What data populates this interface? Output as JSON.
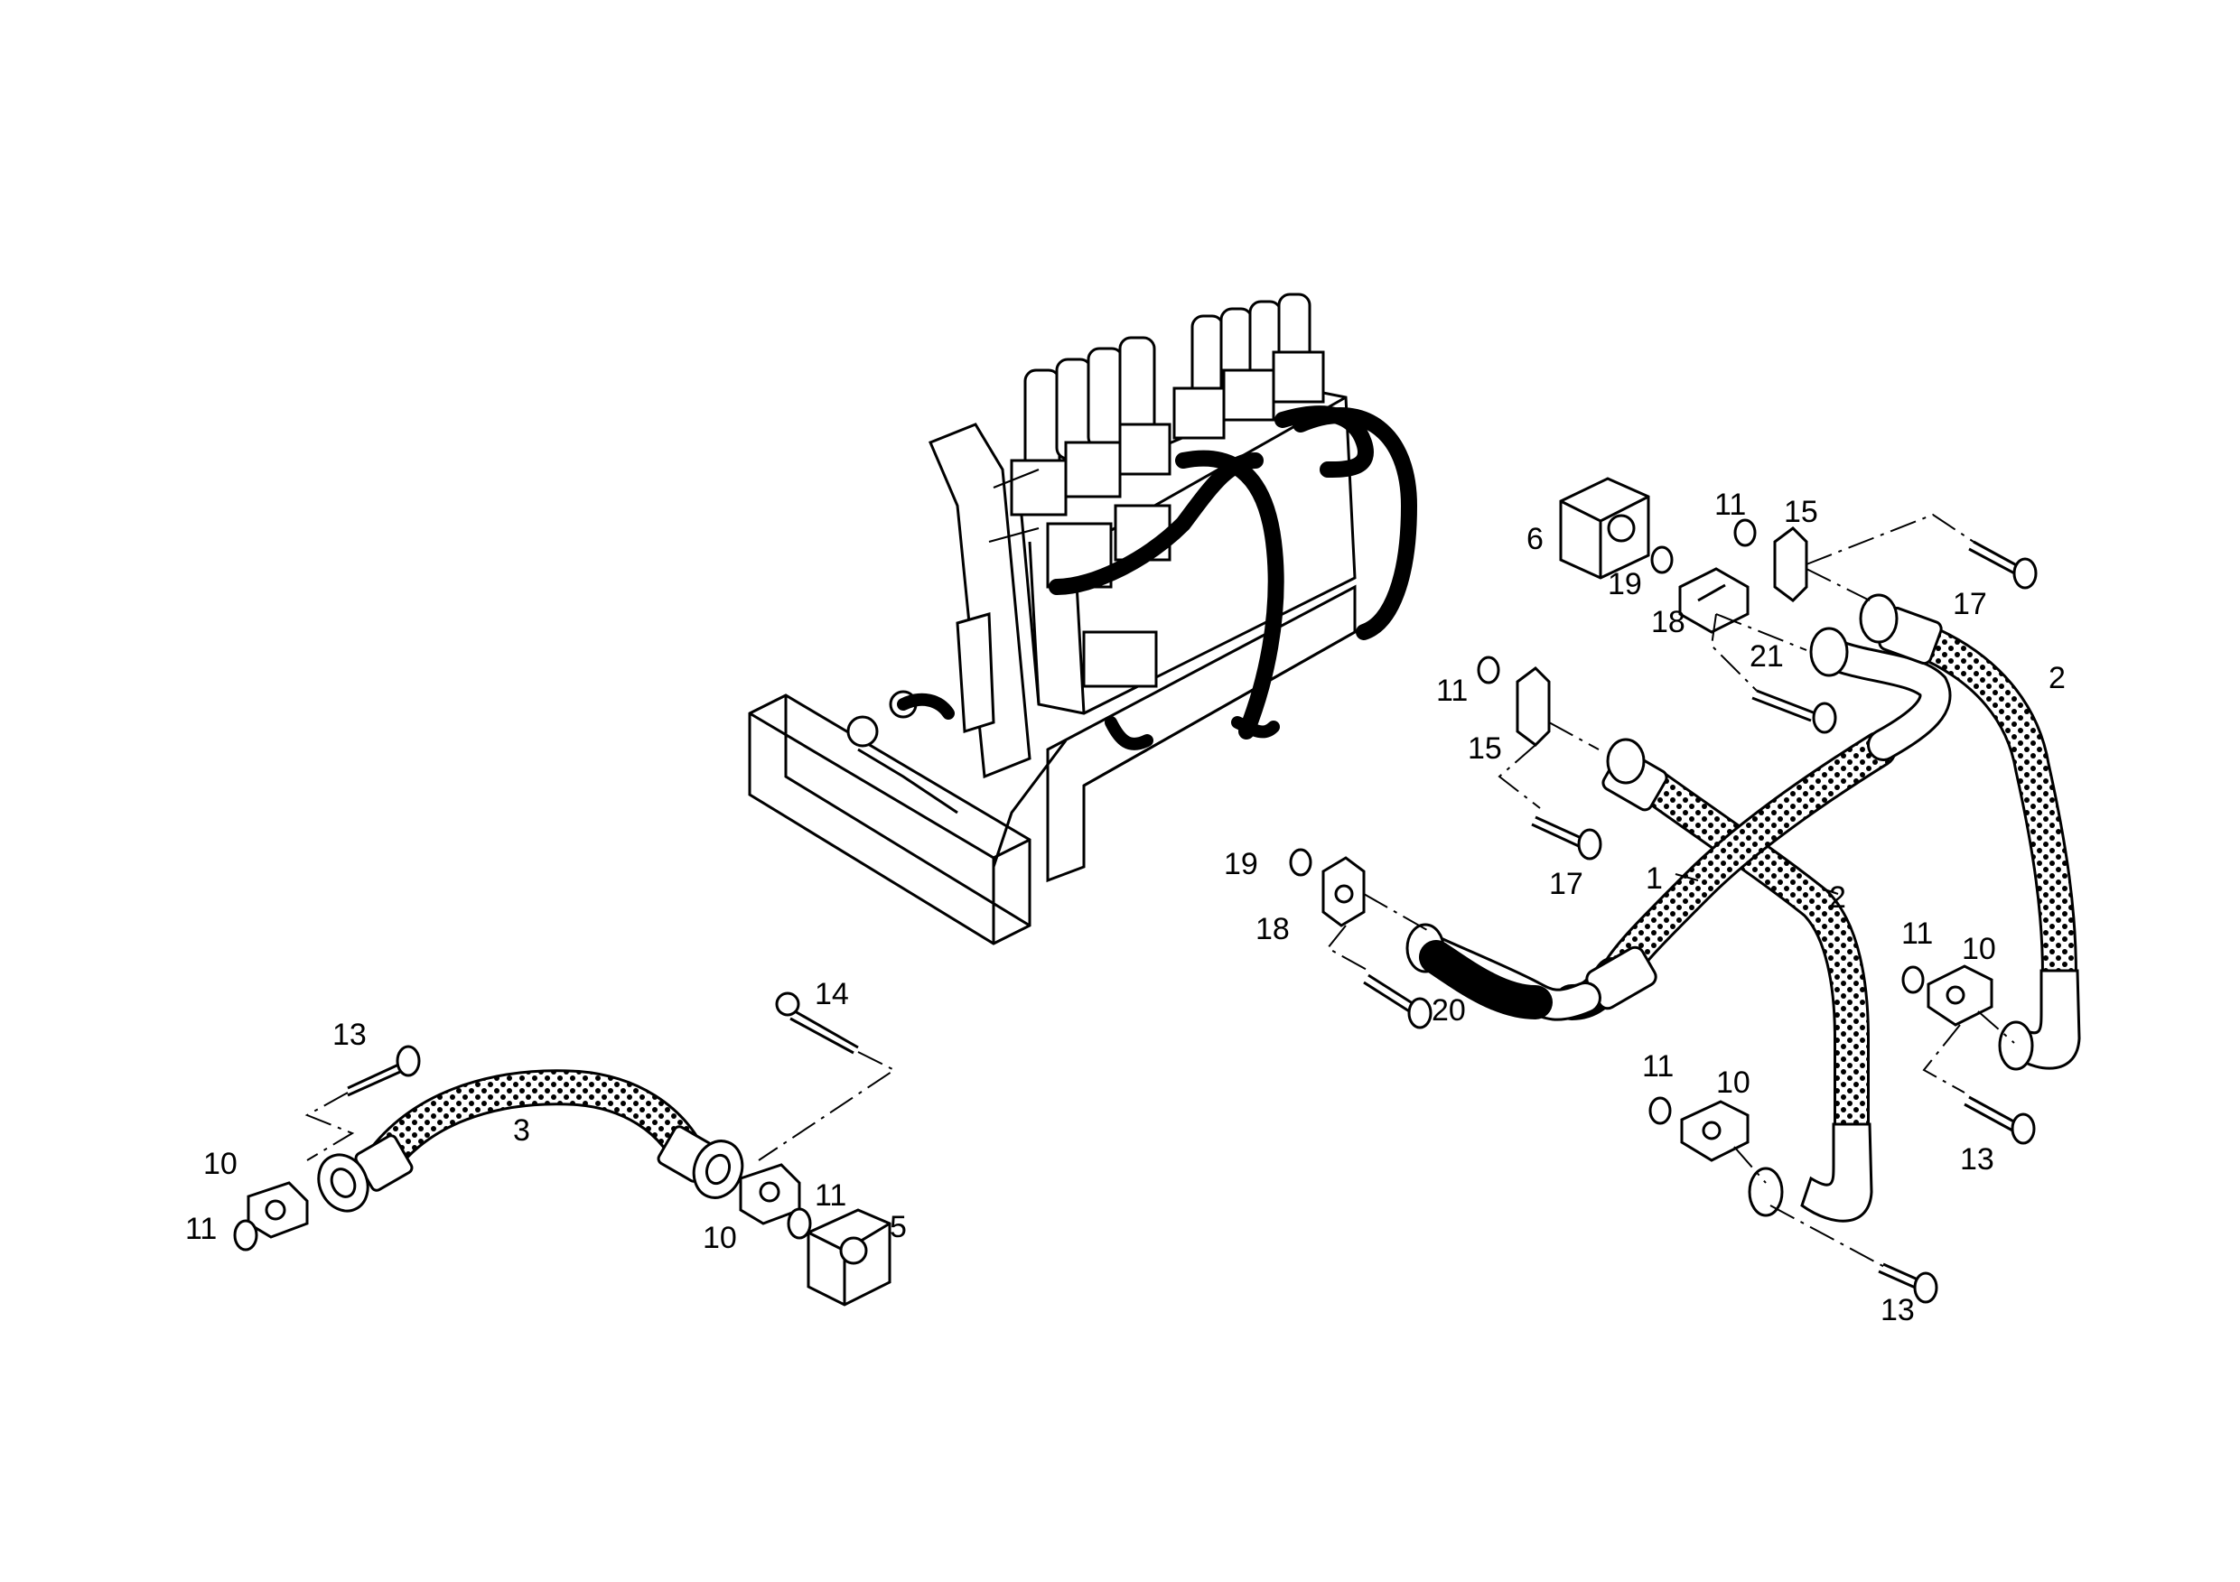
{
  "diagram": {
    "callouts": [
      "1",
      "2",
      "2",
      "3",
      "5",
      "6",
      "10",
      "10",
      "10",
      "10",
      "11",
      "11",
      "11",
      "11",
      "11",
      "11",
      "13",
      "13",
      "13",
      "14",
      "15",
      "15",
      "17",
      "17",
      "18",
      "18",
      "19",
      "19",
      "20",
      "21"
    ]
  },
  "colors": {
    "ink": "#000000",
    "paper": "#ffffff"
  },
  "icons": {
    "hose": "braided-hose",
    "clamp": "split-clamp-half",
    "bolt": "hex-bolt",
    "oring": "o-ring",
    "block": "flange-block",
    "valve": "valve-block-assembly"
  }
}
